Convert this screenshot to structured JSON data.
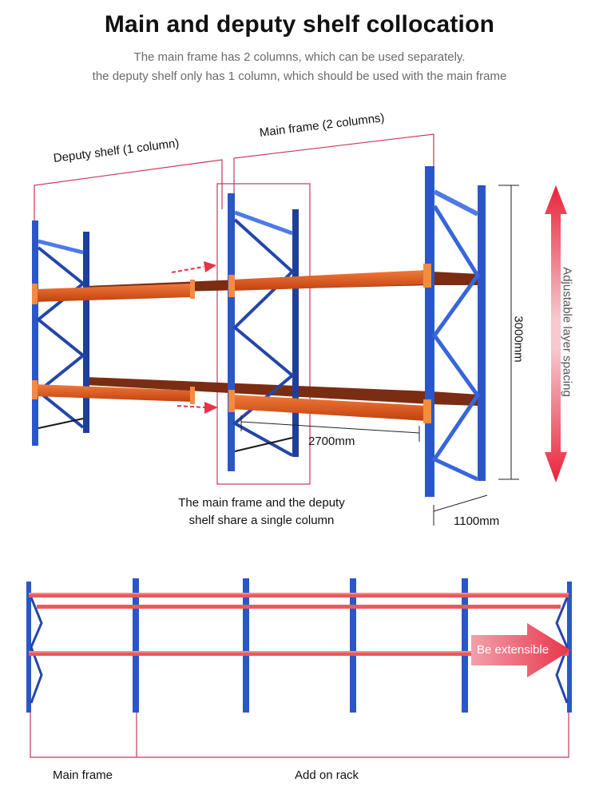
{
  "header": {
    "title": "Main and deputy shelf collocation",
    "subtitle_line1": "The main frame has 2 columns, which can be used separately.",
    "subtitle_line2": "the deputy shelf only has 1 column, which should be used with the main frame"
  },
  "upper_diagram": {
    "deputy_label": "Deputy shelf (1 column)",
    "main_label": "Main frame (2 columns)",
    "height_dim": "3000mm",
    "length_dim": "2700mm",
    "depth_dim": "1100mm",
    "adjustable_label": "Adjustable layer spacing",
    "shared_note_line1": "The main frame and the deputy",
    "shared_note_line2": "shelf share a single column"
  },
  "lower_diagram": {
    "extensible_label": "Be extensible",
    "main_frame_label": "Main frame",
    "add_on_label": "Add on rack"
  },
  "colors": {
    "upright_blue": "#2a57c8",
    "beam_orange": "#e8561a",
    "accent_red": "#e8334a",
    "outline_red": "#c8375a"
  }
}
